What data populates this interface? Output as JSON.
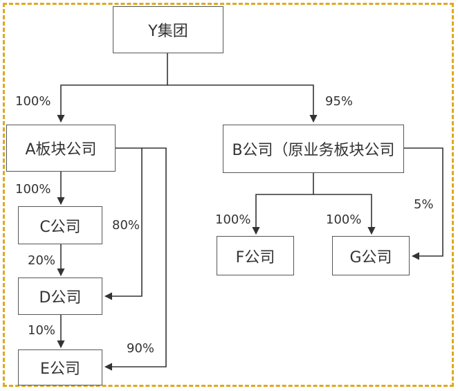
{
  "nodes": {
    "y_group": "Y集团",
    "a_segment": "A板块公司",
    "b_company": "B公司（原业务板块公司",
    "c_company": "C公司",
    "d_company": "D公司",
    "e_company": "E公司",
    "f_company": "F公司",
    "g_company": "G公司"
  },
  "edges": {
    "y_to_a": "100%",
    "y_to_b": "95%",
    "a_to_c": "100%",
    "c_to_d": "20%",
    "a_to_d": "80%",
    "d_to_e": "10%",
    "a_to_e": "90%",
    "b_to_f": "100%",
    "b_to_g": "100%",
    "b_to_g_extra": "5%"
  },
  "colors": {
    "frame_border": "#e0a81d",
    "line": "#333333",
    "box_border": "#555555"
  }
}
